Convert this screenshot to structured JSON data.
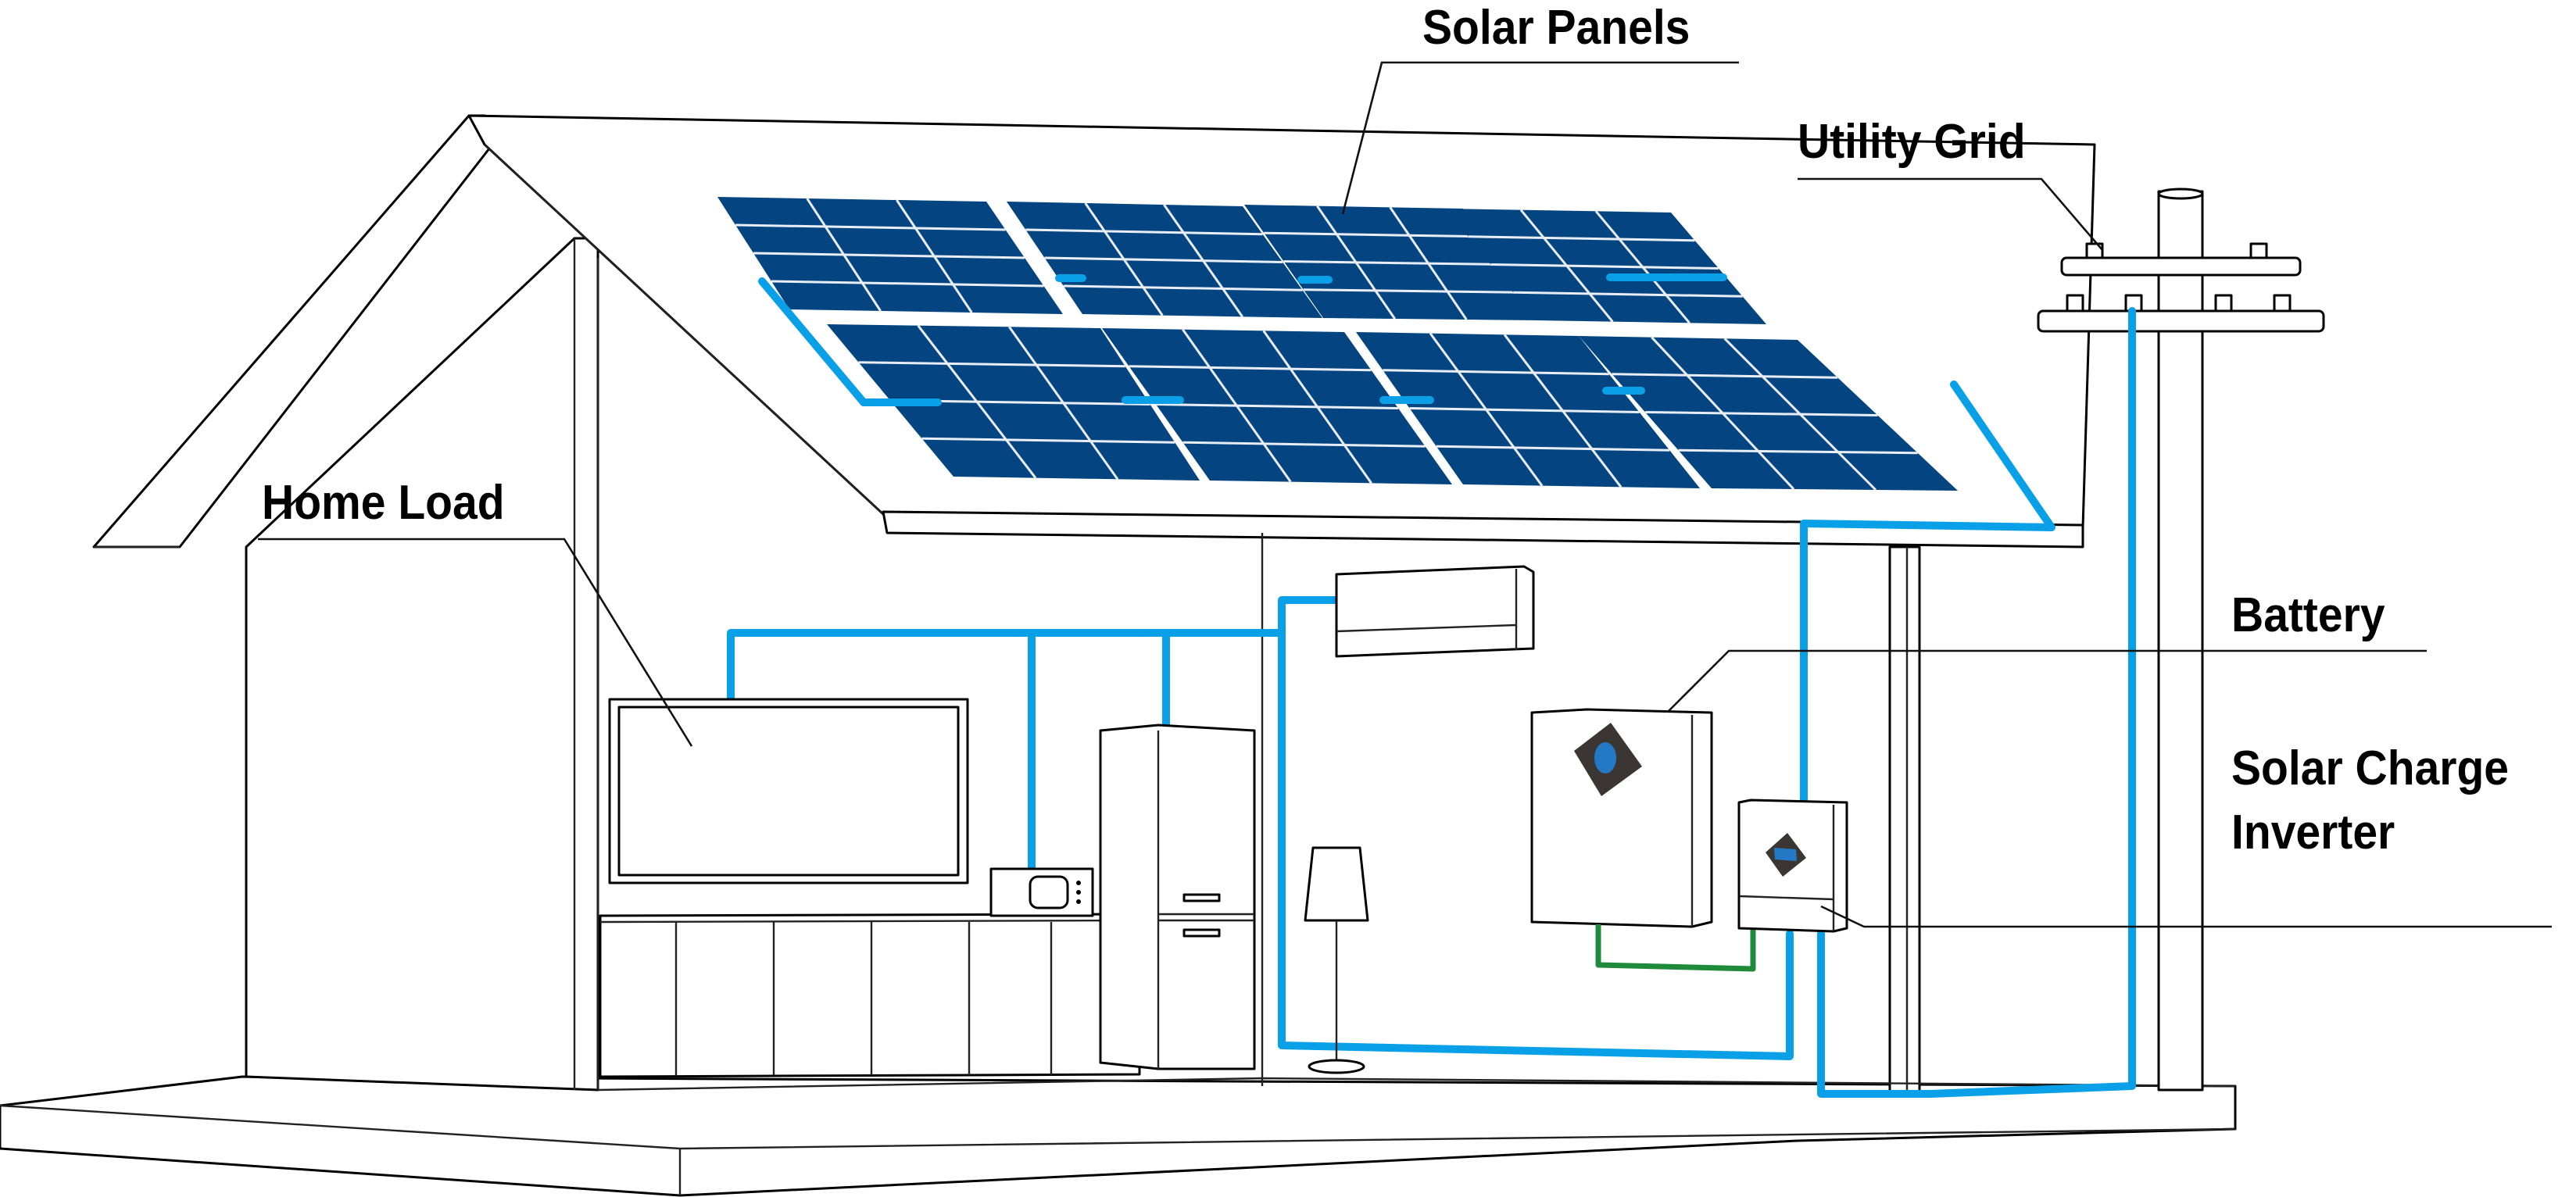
{
  "title": "Home solar power system diagram",
  "labels": {
    "solar_panels": "Solar Panels",
    "utility_grid": "Utility Grid",
    "home_load": "Home Load",
    "battery": "Battery",
    "inverter_line1": "Solar Charge",
    "inverter_line2": "Inverter"
  },
  "colors": {
    "panel": "#044581",
    "panel_grid": "#e9eef6",
    "ac_wire": "#0aa0e8",
    "dc_wire": "#1f8a3a",
    "device_badge": "#3b3634",
    "device_display": "#2479c4",
    "outline": "#000000"
  },
  "components": [
    {
      "id": "solar-panels",
      "count": 8,
      "cell_grid": "4x3"
    },
    {
      "id": "utility-grid-pole"
    },
    {
      "id": "battery"
    },
    {
      "id": "solar-charge-inverter"
    },
    {
      "id": "home-load",
      "appliances": [
        "tv",
        "microwave",
        "refrigerator",
        "air-conditioner",
        "floor-lamp",
        "kitchen-cabinets"
      ]
    }
  ],
  "connections": [
    {
      "from": "solar-panels",
      "to": "solar-charge-inverter",
      "type": "ac_wire"
    },
    {
      "from": "utility-grid-pole",
      "to": "solar-charge-inverter",
      "type": "ac_wire"
    },
    {
      "from": "solar-charge-inverter",
      "to": "home-load",
      "type": "ac_wire"
    },
    {
      "from": "battery",
      "to": "solar-charge-inverter",
      "type": "dc_wire"
    }
  ]
}
